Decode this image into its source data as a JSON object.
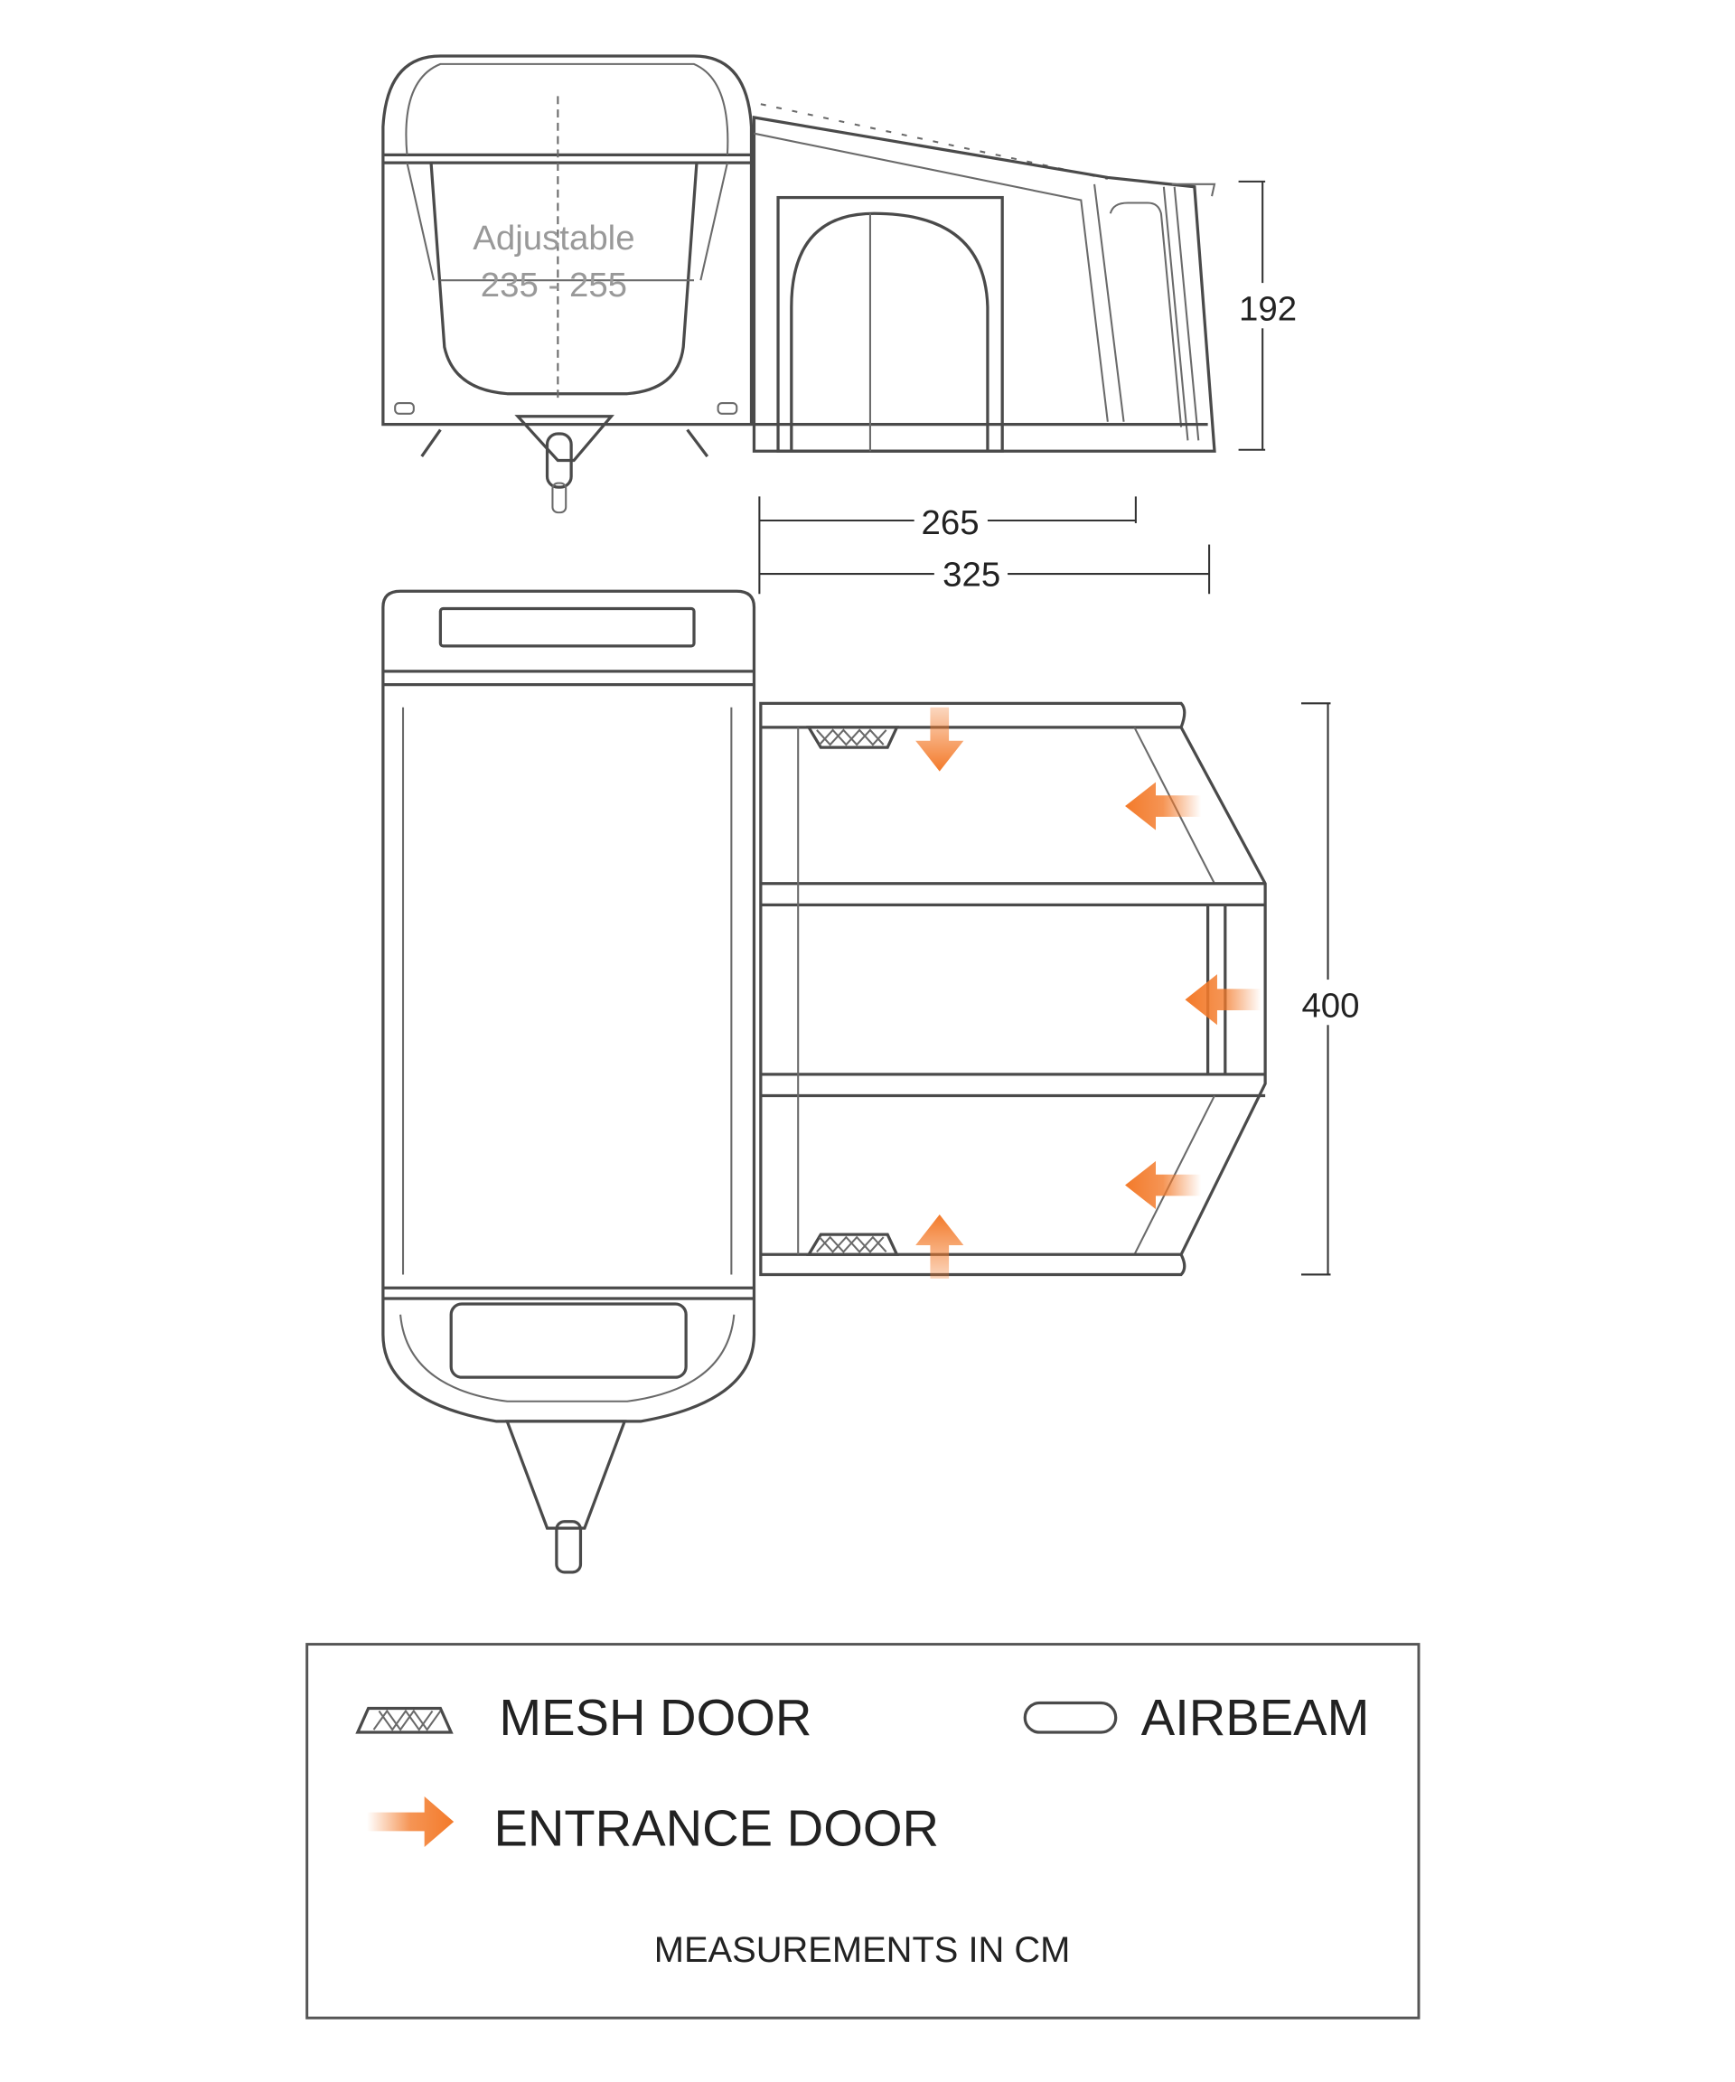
{
  "side_view": {
    "caravan_label_line1": "Adjustable",
    "caravan_label_line2": "235 - 255",
    "height_dim": "192",
    "depth_inner_dim": "265",
    "depth_outer_dim": "325"
  },
  "plan_view": {
    "width_dim": "400"
  },
  "legend": {
    "mesh_door": "MESH DOOR",
    "airbeam": "AIRBEAM",
    "entrance_door": "ENTRANCE DOOR",
    "note": "MEASUREMENTS IN CM"
  },
  "colors": {
    "arrow": "#f37a2a",
    "line": "#4a4a4a"
  }
}
